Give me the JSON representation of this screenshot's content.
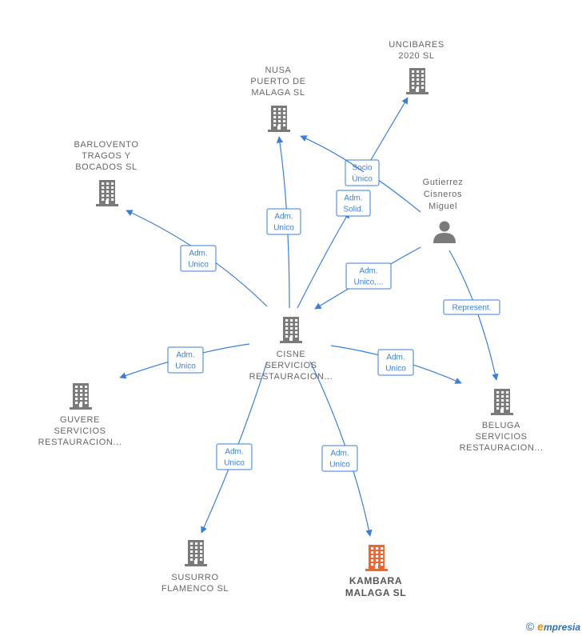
{
  "colors": {
    "edge": "#3a7fd5",
    "company": "#7a7a7a",
    "company_highlight": "#f0642e",
    "person": "#7a7a7a",
    "label": "#666666"
  },
  "nodes": [
    {
      "id": "cisne",
      "type": "company",
      "lines": [
        "CISNE",
        "SERVICIOS",
        "RESTAURACION..."
      ],
      "highlight": false
    },
    {
      "id": "uncibares",
      "type": "company",
      "lines": [
        "UNCIBARES",
        "2020  SL"
      ],
      "highlight": false
    },
    {
      "id": "nusa",
      "type": "company",
      "lines": [
        "NUSA",
        "PUERTO DE",
        "MALAGA  SL"
      ],
      "highlight": false
    },
    {
      "id": "barlovento",
      "type": "company",
      "lines": [
        "BARLOVENTO",
        "TRAGOS Y",
        "BOCADOS  SL"
      ],
      "highlight": false
    },
    {
      "id": "gutierrez",
      "type": "person",
      "lines": [
        "Gutierrez",
        "Cisneros",
        "Miguel"
      ],
      "highlight": false
    },
    {
      "id": "guvere",
      "type": "company",
      "lines": [
        "GUVERE",
        "SERVICIOS",
        "RESTAURACION..."
      ],
      "highlight": false
    },
    {
      "id": "beluga",
      "type": "company",
      "lines": [
        "BELUGA",
        "SERVICIOS",
        "RESTAURACION..."
      ],
      "highlight": false
    },
    {
      "id": "susurro",
      "type": "company",
      "lines": [
        "SUSURRO",
        "FLAMENCO  SL"
      ],
      "highlight": false
    },
    {
      "id": "kambara",
      "type": "company",
      "lines": [
        "KAMBARA",
        "MALAGA  SL"
      ],
      "highlight": true
    }
  ],
  "edges": [
    {
      "id": "gutierrez-uncibares",
      "lines": [
        "Socio",
        "Único"
      ]
    },
    {
      "id": "gutierrez-nusa",
      "lines": []
    },
    {
      "id": "cisne-nusa",
      "lines": [
        "Adm.",
        "Unico"
      ]
    },
    {
      "id": "cisne-uncibares",
      "lines": [
        "Adm.",
        "Solid."
      ]
    },
    {
      "id": "cisne-barlovento",
      "lines": [
        "Adm.",
        "Unico"
      ]
    },
    {
      "id": "gutierrez-cisne",
      "lines": [
        "Adm.",
        "Unico,..."
      ]
    },
    {
      "id": "gutierrez-beluga",
      "lines": [
        "Represent."
      ]
    },
    {
      "id": "cisne-guvere",
      "lines": [
        "Adm.",
        "Unico"
      ]
    },
    {
      "id": "cisne-beluga",
      "lines": [
        "Adm.",
        "Unico"
      ]
    },
    {
      "id": "cisne-susurro",
      "lines": [
        "Adm.",
        "Unico"
      ]
    },
    {
      "id": "cisne-kambara",
      "lines": [
        "Adm.",
        "Unico"
      ]
    }
  ],
  "watermark": {
    "symbol": "©",
    "brand_initial": "e",
    "brand_rest": "mpresia"
  }
}
